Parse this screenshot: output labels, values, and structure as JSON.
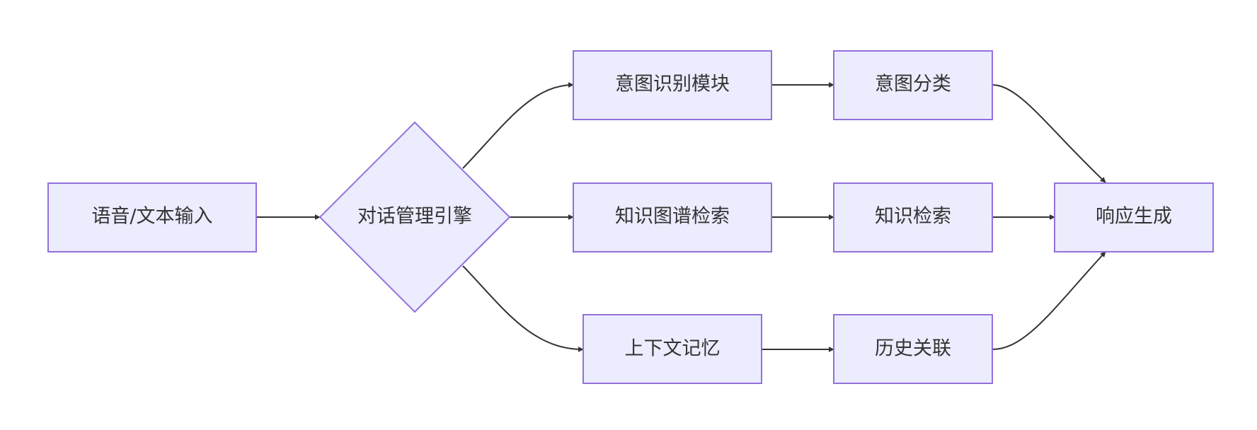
{
  "diagram": {
    "type": "flowchart",
    "colors": {
      "node_fill": "#ececff",
      "node_stroke": "#9370db",
      "edge": "#333333",
      "text": "#333333"
    },
    "nodes": {
      "input": {
        "label": "语音/文本输入",
        "shape": "rect"
      },
      "engine": {
        "label": "对话管理引擎",
        "shape": "diamond"
      },
      "intent_mod": {
        "label": "意图识别模块",
        "shape": "rect"
      },
      "kg_search": {
        "label": "知识图谱检索",
        "shape": "rect"
      },
      "context_mem": {
        "label": "上下文记忆",
        "shape": "rect"
      },
      "intent_cls": {
        "label": "意图分类",
        "shape": "rect"
      },
      "kn_search": {
        "label": "知识检索",
        "shape": "rect"
      },
      "history": {
        "label": "历史关联",
        "shape": "rect"
      },
      "response": {
        "label": "响应生成",
        "shape": "rect"
      }
    },
    "edges": [
      {
        "from": "input",
        "to": "engine"
      },
      {
        "from": "engine",
        "to": "intent_mod"
      },
      {
        "from": "engine",
        "to": "kg_search"
      },
      {
        "from": "engine",
        "to": "context_mem"
      },
      {
        "from": "intent_mod",
        "to": "intent_cls"
      },
      {
        "from": "kg_search",
        "to": "kn_search"
      },
      {
        "from": "context_mem",
        "to": "history"
      },
      {
        "from": "intent_cls",
        "to": "response"
      },
      {
        "from": "kn_search",
        "to": "response"
      },
      {
        "from": "history",
        "to": "response"
      }
    ]
  }
}
